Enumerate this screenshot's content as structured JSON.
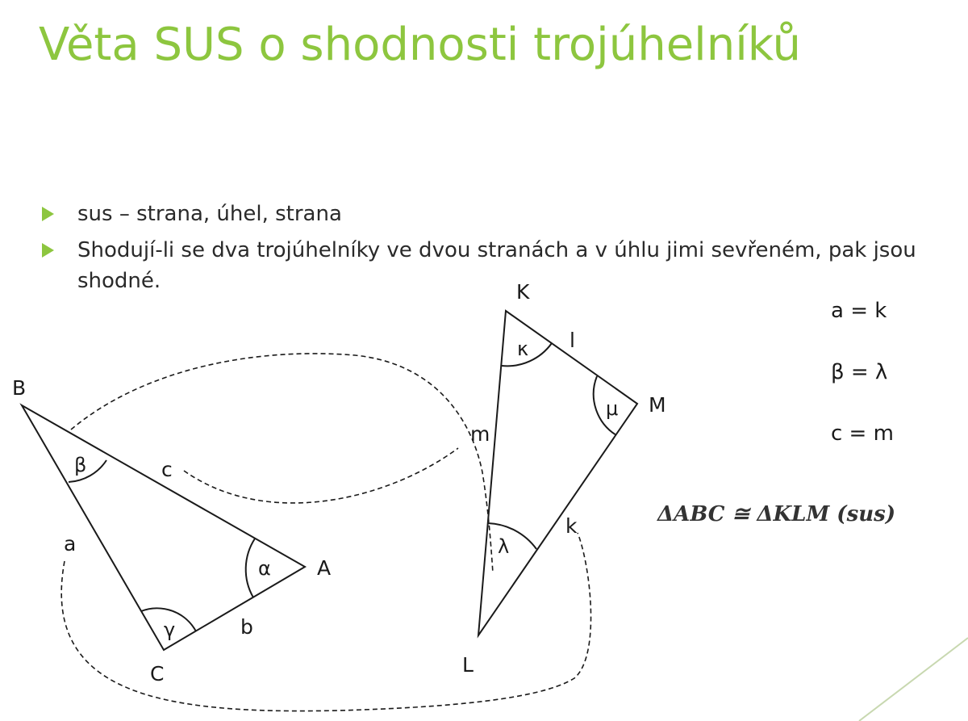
{
  "title": "Věta SUS o shodnosti trojúhelníků",
  "bullets": [
    "sus – strana, úhel, strana",
    "Shodují-li se dva trojúhelníky ve dvou stranách a v úhlu jimi sevřeném, pak jsou shodné."
  ],
  "triangle_abc": {
    "vertices": {
      "a": "A",
      "b": "B",
      "c": "C"
    },
    "sides": {
      "a": "a",
      "b": "b",
      "c": "c"
    },
    "angles": {
      "alpha": "α",
      "beta": "β",
      "gamma": "γ"
    }
  },
  "triangle_klm": {
    "vertices": {
      "k": "K",
      "l": "L",
      "m": "M"
    },
    "sides": {
      "k": "k",
      "l": "l",
      "m": "m"
    },
    "angles": {
      "kappa": "κ",
      "lambda": "λ",
      "mu": "μ"
    }
  },
  "equalities": [
    "a = k",
    "β = λ",
    "c = m"
  ],
  "congruence": "ΔABC ≅ ΔKLM (sus)",
  "colors": {
    "accent": "#8dc63f",
    "text": "#222222",
    "line": "#1a1a1a"
  }
}
